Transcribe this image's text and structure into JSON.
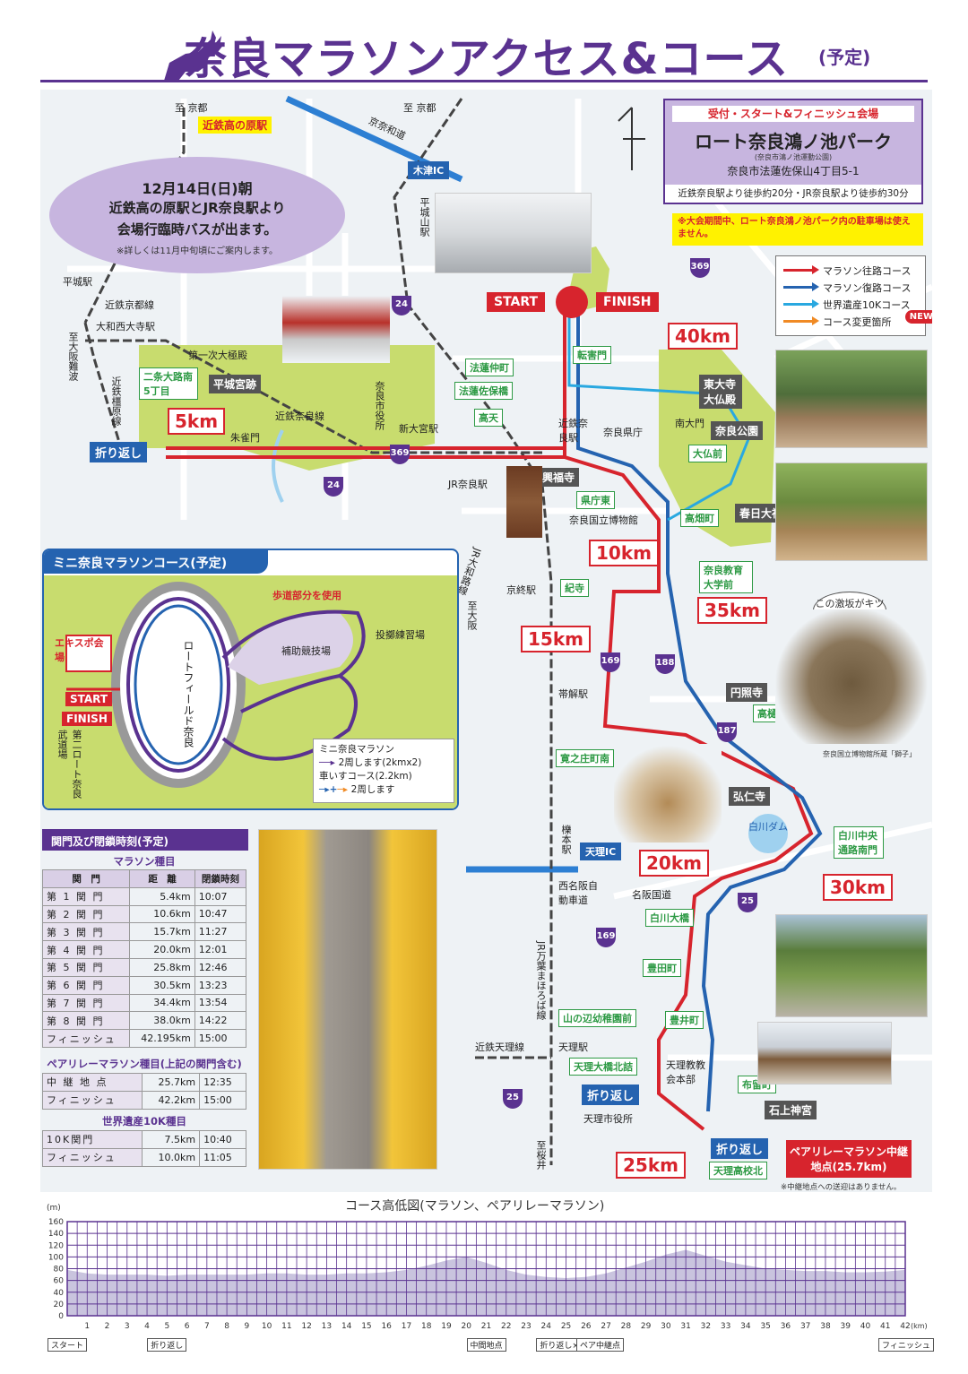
{
  "title": {
    "main": "奈良マラソンアクセス&コース",
    "sub": "(予定)"
  },
  "bus_notice": {
    "date": "12月14日(日)朝",
    "line2": "近鉄高の原駅とJR奈良駅より",
    "line3": "会場行臨時バスが出ます。",
    "note": "※詳しくは11月中旬頃にご案内します。"
  },
  "venue": {
    "heading": "受付・スタート&フィニッシュ会場",
    "name": "ロート奈良鴻ノ池パーク",
    "name_sub": "(奈良市鴻ノ池運動公園)",
    "address": "奈良市法蓮佐保山4丁目5-1",
    "access": "近鉄奈良駅より徒歩約20分・JR奈良駅より徒歩約30分",
    "warning": "※大会期間中、ロート奈良鴻ノ池パーク内の駐車場は使えません。"
  },
  "legend": {
    "items": [
      {
        "label": "マラソン往路コース",
        "color": "#d7242d"
      },
      {
        "label": "マラソン復路コース",
        "color": "#2563b0"
      },
      {
        "label": "世界遺産10Kコース",
        "color": "#29a8e0"
      },
      {
        "label": "コース変更箇所",
        "color": "#f08a24"
      }
    ],
    "new_badge": "NEW"
  },
  "map": {
    "start": "START",
    "finish": "FINISH",
    "km_markers": [
      "5km",
      "10km",
      "15km",
      "20km",
      "25km",
      "30km",
      "35km",
      "40km"
    ],
    "turnaround": "折り返し",
    "directions": {
      "kyoto1": "至 京都",
      "kyoto2": "至 京都",
      "osaka_nanba": "至大阪難波",
      "osaka": "至大阪",
      "sakurai": "至桜井"
    },
    "stations": {
      "takanohara": "近鉄高の原駅",
      "heijo": "平城駅",
      "kintetsu_kyoto_line": "近鉄京都線",
      "yamato_saidaiji": "大和西大寺駅",
      "kintetsu_nara_line": "近鉄奈良線",
      "kintetsu_kashihara_line": "近鉄橿原線",
      "shin_omiya": "新大宮駅",
      "kintetsu_nara": "近鉄奈良駅",
      "jr_nara": "JR奈良駅",
      "kyobate": "京終駅",
      "obitoke": "帯解駅",
      "ichinomoto": "櫟本駅",
      "tenri": "天理駅",
      "kintetsu_tenri_line": "近鉄天理線",
      "heijoyama": "平城山駅",
      "jr_yamatoji": "JR大和路線",
      "jr_manyo": "JR万葉まほろば線"
    },
    "roads": {
      "keina_wadou": "京奈和道",
      "kizu_ic": "木津IC",
      "tenri_ic": "天理IC",
      "nishimeihan": "西名阪自動車道",
      "meihan": "名阪国道"
    },
    "places": {
      "daigokuden": "第一次大極殿",
      "nijo_oji": "二条大路南5丁目",
      "heijokyu": "平城宮跡",
      "suzakumon": "朱雀門",
      "nara_city_hall": "奈良市役所",
      "hokke_naka": "法蓮仲町",
      "hokke_saho": "法蓮佐保橋",
      "takama": "高天",
      "kokoumae": "県庁東",
      "nara_pref_office": "奈良県庁",
      "kofukuji": "興福寺",
      "museum": "奈良国立博物館",
      "todaiji": "東大寺大仏殿",
      "nandaimon": "南大門",
      "nara_park": "奈良公園",
      "daibutsumae": "大仏前",
      "kasuga": "春日大社",
      "takabatake": "高畑町",
      "kyoikudai": "奈良教育大学前",
      "kidera": "紀寺",
      "enshoji": "円照寺",
      "takahi": "高樋町",
      "kodama": "寛之庄町南",
      "koninji": "弘仁寺",
      "shirakawa_dam": "白川ダム",
      "shirakawa_chuo": "白川中央通路南門",
      "shirakawa_bridge": "白川大橋",
      "toyoda": "豊田町",
      "toyoi": "豊井町",
      "yamanobe": "山の辺幼稚園前",
      "tenri_ohashi": "天理大橋北詰",
      "tenrikyo": "天理教教会本部",
      "furu": "布留町",
      "isonokami": "石上神宮",
      "tenri_city_hall": "天理市役所",
      "tenri_hs": "天理高校北",
      "tegaimon": "転害門",
      "relay_point": "ペアリレーマラソン中継地点(25.7km)",
      "relay_note": "※中継地点への送迎はありません。",
      "museum_caption": "奈良国立博物館所蔵「獅子」",
      "lion_speech": "この激坂がキツイんや"
    },
    "road_numbers": [
      "24",
      "24",
      "369",
      "369",
      "169",
      "169",
      "188",
      "187",
      "25",
      "25"
    ]
  },
  "mini_course": {
    "title": "ミニ奈良マラソンコース(予定)",
    "walk_note": "歩道部分を使用",
    "expo": "エキスポ会場",
    "start": "START",
    "finish": "FINISH",
    "stadium": "ロートフィールド奈良",
    "aux": "補助競技場",
    "throw": "投擲練習場",
    "dai2": "第二ロート奈良武道場",
    "legend_title": "ミニ奈良マラソン",
    "legend_1": "2周します(2kmx2)",
    "legend_2": "車いすコース(2.2km)",
    "legend_3": "2周します"
  },
  "time_table": {
    "title": "関門及び閉鎖時刻(予定)",
    "marathon_section": "マラソン種目",
    "headers": [
      "関　門",
      "距　離",
      "閉鎖時刻"
    ],
    "marathon_rows": [
      [
        "第 1 関 門",
        "5.4km",
        "10:07"
      ],
      [
        "第 2 関 門",
        "10.6km",
        "10:47"
      ],
      [
        "第 3 関 門",
        "15.7km",
        "11:27"
      ],
      [
        "第 4 関 門",
        "20.0km",
        "12:01"
      ],
      [
        "第 5 関 門",
        "25.8km",
        "12:46"
      ],
      [
        "第 6 関 門",
        "30.5km",
        "13:23"
      ],
      [
        "第 7 関 門",
        "34.4km",
        "13:54"
      ],
      [
        "第 8 関 門",
        "38.0km",
        "14:22"
      ],
      [
        "フィニッシュ",
        "42.195km",
        "15:00"
      ]
    ],
    "relay_section": "ペアリレーマラソン種目(上記の関門含む)",
    "relay_rows": [
      [
        "中 継 地 点",
        "25.7km",
        "12:35"
      ],
      [
        "フィニッシュ",
        "42.2km",
        "15:00"
      ]
    ],
    "tenk_section": "世界遺産10K種目",
    "tenk_rows": [
      [
        "10K関門",
        "7.5km",
        "10:40"
      ],
      [
        "フィニッシュ",
        "10.0km",
        "11:05"
      ]
    ]
  },
  "elevation": {
    "title": "コース高低図(マラソン、ペアリレーマラソン)",
    "unit": "(m)",
    "x_unit": "(km)",
    "y_ticks": [
      "160",
      "140",
      "120",
      "100",
      "80",
      "60",
      "40",
      "20",
      "0"
    ],
    "x_ticks": [
      "1",
      "2",
      "3",
      "4",
      "5",
      "6",
      "7",
      "8",
      "9",
      "10",
      "11",
      "12",
      "13",
      "14",
      "15",
      "16",
      "17",
      "18",
      "19",
      "20",
      "21",
      "22",
      "23",
      "24",
      "25",
      "26",
      "27",
      "28",
      "29",
      "30",
      "31",
      "32",
      "33",
      "34",
      "35",
      "36",
      "37",
      "38",
      "39",
      "40",
      "41",
      "42"
    ],
    "milestones": [
      {
        "label": "スタート",
        "km": 0
      },
      {
        "label": "折り返し",
        "km": 5
      },
      {
        "label": "中間地点",
        "km": 21
      },
      {
        "label": "折り返し×2",
        "km": 24.5
      },
      {
        "label": "ペア中継点",
        "km": 26.5
      },
      {
        "label": "フィニッシュ",
        "km": 42
      }
    ]
  },
  "chart_data": {
    "type": "area",
    "title": "コース高低図(マラソン、ペアリレーマラソン)",
    "xlabel": "(km)",
    "ylabel": "(m)",
    "xlim": [
      0,
      42.195
    ],
    "ylim": [
      0,
      160
    ],
    "grid": true,
    "x": [
      0,
      1,
      2,
      3,
      4,
      5,
      6,
      7,
      8,
      9,
      10,
      11,
      12,
      13,
      14,
      15,
      16,
      17,
      18,
      19,
      20,
      21,
      22,
      23,
      24,
      25,
      26,
      27,
      28,
      29,
      30,
      31,
      32,
      33,
      34,
      35,
      36,
      37,
      38,
      39,
      40,
      41,
      42
    ],
    "values": [
      78,
      72,
      70,
      70,
      70,
      68,
      70,
      70,
      70,
      70,
      72,
      72,
      70,
      70,
      72,
      72,
      74,
      78,
      85,
      94,
      100,
      90,
      78,
      70,
      66,
      64,
      66,
      72,
      82,
      92,
      104,
      112,
      102,
      92,
      86,
      80,
      78,
      76,
      76,
      74,
      74,
      75,
      78
    ],
    "colors": {
      "fill": "#c9c4de",
      "grid": "#5a3290"
    }
  },
  "colors": {
    "purple": "#5a3290",
    "red": "#d7242d",
    "blue": "#2563b0",
    "light_blue": "#29a8e0",
    "orange": "#f08a24",
    "green": "#2e9a45",
    "park_green": "#c8dc6e"
  }
}
